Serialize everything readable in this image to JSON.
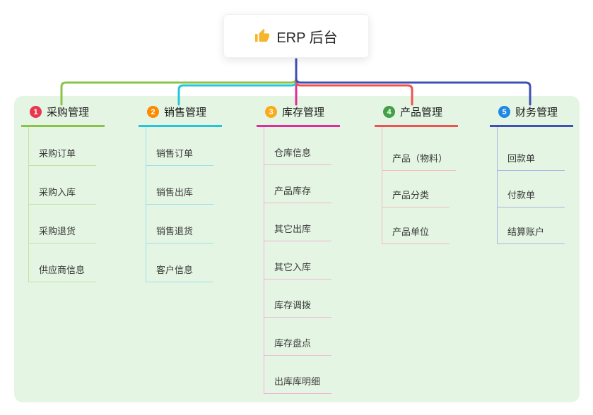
{
  "canvas": {
    "panel_color": "#e4f5e3"
  },
  "root": {
    "icon": "thumbs-up-icon",
    "label": "ERP 后台"
  },
  "branches": [
    {
      "number": "1",
      "title": "采购管理",
      "color": "#8bc34a",
      "light_color": "#c3e49c",
      "badge_color": "#e8384f",
      "children": [
        "采购订单",
        "采购入库",
        "采购退货",
        "供应商信息"
      ]
    },
    {
      "number": "2",
      "title": "销售管理",
      "color": "#26c6da",
      "light_color": "#9fe0ea",
      "badge_color": "#fb8c00",
      "children": [
        "销售订单",
        "销售出库",
        "销售退货",
        "客户信息"
      ]
    },
    {
      "number": "3",
      "title": "库存管理",
      "color": "#e02c9c",
      "light_color": "#f0b4d8",
      "badge_color": "#fcaa1b",
      "children": [
        "仓库信息",
        "产品库存",
        "其它出库",
        "其它入库",
        "库存调拨",
        "库存盘点",
        "出库库明细"
      ]
    },
    {
      "number": "4",
      "title": "产品管理",
      "color": "#ef5350",
      "light_color": "#f5bcb8",
      "badge_color": "#43a047",
      "children": [
        "产品（物料）",
        "产品分类",
        "产品单位"
      ]
    },
    {
      "number": "5",
      "title": "财务管理",
      "color": "#3f51b5",
      "light_color": "#aab4e4",
      "badge_color": "#1e88e5",
      "children": [
        "回款单",
        "付款单",
        "结算账户"
      ]
    }
  ]
}
